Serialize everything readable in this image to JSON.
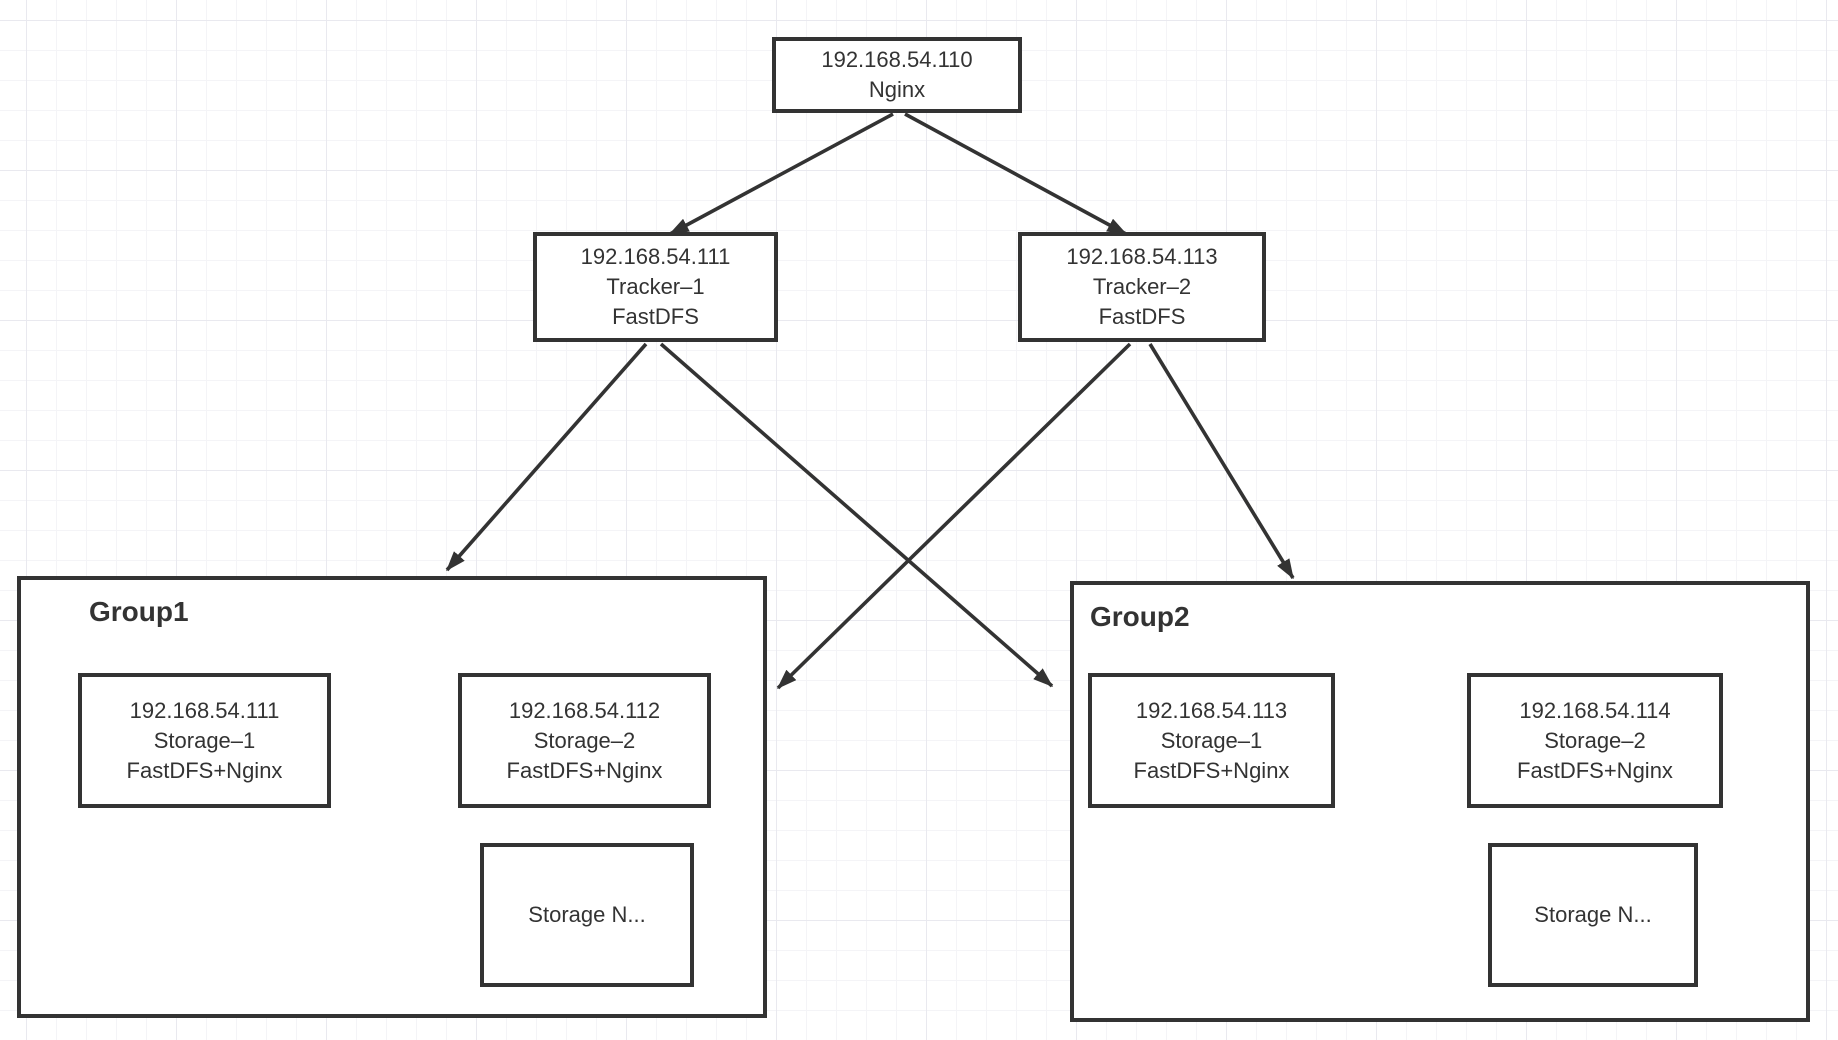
{
  "colors": {
    "stroke": "#333333",
    "text": "#333333",
    "node_fill": "#ffffff",
    "background": "#ffffff",
    "grid_minor": "#f4f4f7",
    "grid_major": "#e9e9ef"
  },
  "nodes": {
    "nginx": {
      "lines": [
        "192.168.54.110",
        "Nginx"
      ]
    },
    "tracker1": {
      "lines": [
        "192.168.54.111",
        "Tracker–1",
        "FastDFS"
      ]
    },
    "tracker2": {
      "lines": [
        "192.168.54.113",
        "Tracker–2",
        "FastDFS"
      ]
    },
    "group1": {
      "title": "Group1"
    },
    "group2": {
      "title": "Group2"
    },
    "g1_storage1": {
      "lines": [
        "192.168.54.111",
        "Storage–1",
        "FastDFS+Nginx"
      ]
    },
    "g1_storage2": {
      "lines": [
        "192.168.54.112",
        "Storage–2",
        "FastDFS+Nginx"
      ]
    },
    "g1_storageN": {
      "lines": [
        "Storage N..."
      ]
    },
    "g2_storage1": {
      "lines": [
        "192.168.54.113",
        "Storage–1",
        "FastDFS+Nginx"
      ]
    },
    "g2_storage2": {
      "lines": [
        "192.168.54.114",
        "Storage–2",
        "FastDFS+Nginx"
      ]
    },
    "g2_storageN": {
      "lines": [
        "Storage N..."
      ]
    }
  },
  "edges": [
    {
      "from": "Nginx",
      "to": "Tracker–1"
    },
    {
      "from": "Nginx",
      "to": "Tracker–2"
    },
    {
      "from": "Tracker–1",
      "to": "Group1"
    },
    {
      "from": "Tracker–1",
      "to": "Group2"
    },
    {
      "from": "Tracker–2",
      "to": "Group1"
    },
    {
      "from": "Tracker–2",
      "to": "Group2"
    }
  ]
}
